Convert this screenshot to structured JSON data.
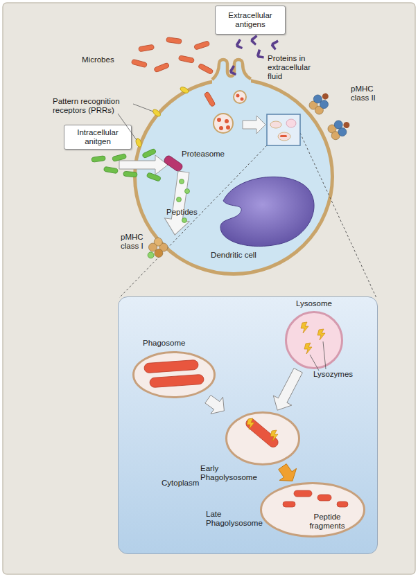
{
  "diagram": {
    "nodes": [
      {
        "text": [
          "Extracellular antigens"
        ]
      },
      {
        "text": [
          "Intracellular anitgen"
        ]
      },
      {
        "text": [
          "Dendritic cell"
        ]
      },
      {
        "text": [
          "Cytoplasm"
        ]
      },
      {
        "text": [
          "Phagosome"
        ],
        "in": 3
      },
      {
        "text": [
          "Lysosome"
        ],
        "in": 3
      },
      {
        "text": [
          "Early Phagolysosome"
        ],
        "in": 3
      },
      {
        "text": [
          "Late Phagolysosome",
          "Peptide fragments"
        ],
        "in": 3
      }
    ],
    "edges": [
      {
        "from": 4,
        "to": 6,
        "arrow": "to"
      },
      {
        "from": 5,
        "to": 6,
        "arrow": "to"
      },
      {
        "from": 6,
        "to": 7,
        "arrow": "to"
      }
    ],
    "labels": [
      "Microbes",
      "Proteins in extracellular fluid",
      "pMHC class II",
      "Pattern recognition receptors (PRRs)",
      "Proteasome",
      "Peptides",
      "pMHC class I",
      "Lysozymes"
    ]
  }
}
